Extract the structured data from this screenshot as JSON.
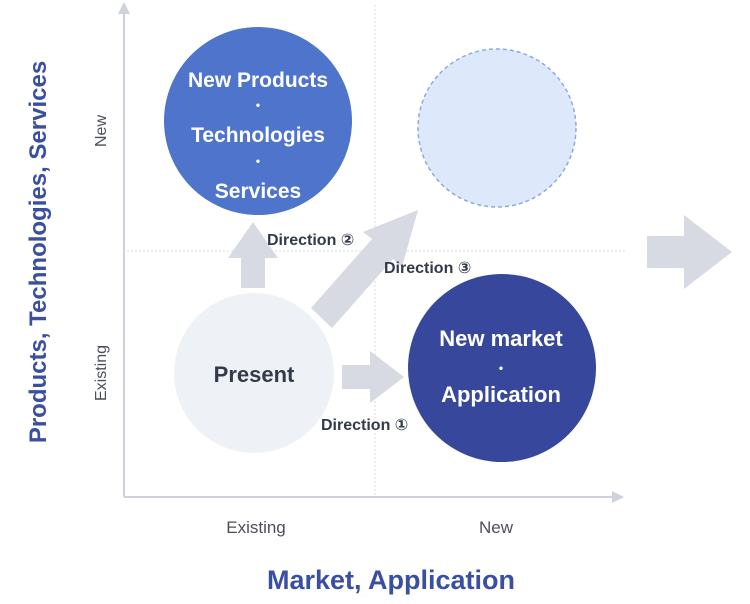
{
  "axes": {
    "y_title": "Products, Technologies, Services",
    "x_title": "Market, Application",
    "y_tick_new": "New",
    "y_tick_existing": "Existing",
    "x_tick_existing": "Existing",
    "x_tick_new": "New"
  },
  "nodes": {
    "new_products": {
      "line1": "New Products",
      "line2": "Technologies",
      "line3": "Services",
      "separator": "•"
    },
    "present": {
      "label": "Present"
    },
    "new_market": {
      "line1": "New market",
      "line2": "Application",
      "separator": "•"
    }
  },
  "directions": {
    "d1": "Direction ①",
    "d2": "Direction ②",
    "d3": "Direction ③"
  },
  "colors": {
    "axis_title": "#3a4fa0",
    "new_products_fill": "#4f74cc",
    "new_market_fill": "#37489c",
    "present_fill": "#eef1f6",
    "empty_fill": "#dde9fb",
    "empty_stroke": "#8ea8df",
    "arrow_fill": "#d8dae3",
    "axis_line": "#cfd2db",
    "text_dark": "#333a4a",
    "tick_text": "#4b4f58"
  }
}
